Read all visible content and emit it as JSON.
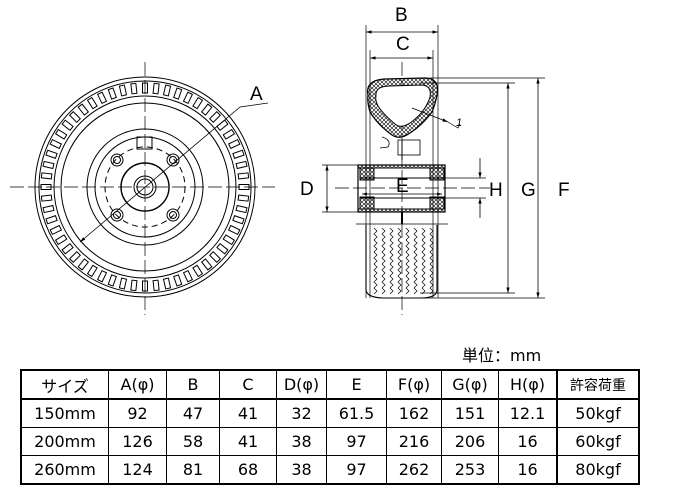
{
  "drawing": {
    "labels": {
      "A": "A",
      "B": "B",
      "C": "C",
      "D": "D",
      "E": "E",
      "H": "H",
      "G": "G",
      "F": "F",
      "callout": "1"
    }
  },
  "unit_note": "単位：mm",
  "table": {
    "headers": [
      "サイズ",
      "A(φ)",
      "B",
      "C",
      "D(φ)",
      "E",
      "F(φ)",
      "G(φ)",
      "H(φ)",
      "許容荷重"
    ],
    "rows": [
      [
        "150mm",
        "92",
        "47",
        "41",
        "32",
        "61.5",
        "162",
        "151",
        "12.1",
        "50kgf"
      ],
      [
        "200mm",
        "126",
        "58",
        "41",
        "38",
        "97",
        "216",
        "206",
        "16",
        "60kgf"
      ],
      [
        "260mm",
        "124",
        "81",
        "68",
        "38",
        "97",
        "262",
        "253",
        "16",
        "80kgf"
      ]
    ]
  }
}
